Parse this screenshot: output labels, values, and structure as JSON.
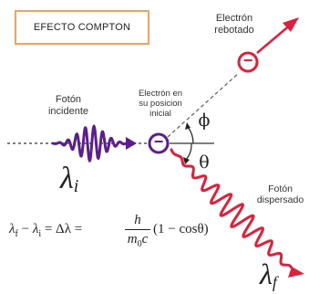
{
  "title": "EFECTO COMPTON",
  "labels": {
    "incident_photon": "Fotón\nincidente",
    "electron_initial": "Electrón en\nsu posicion\ninicial",
    "electron_recoil": "Electrón\nrebotado",
    "scattered_photon": "Fotón\ndispersado"
  },
  "symbols": {
    "lambda_i_base": "λ",
    "lambda_i_sub": "i",
    "lambda_f_base": "λ",
    "lambda_f_sub": "f",
    "phi": "ϕ",
    "theta": "θ",
    "electron_sign": "−"
  },
  "formula": {
    "lhs": "λf − λi = Δλ =",
    "lhs_lambda_f": "λ",
    "lhs_sub_f": "f",
    "minus": " − ",
    "lhs_lambda_i": "λ",
    "lhs_sub_i": "i",
    "equals_delta": " = Δλ = ",
    "numerator": "h",
    "denominator_m": "m",
    "denominator_sub": "0",
    "denominator_c": "c",
    "rhs": "(1 − cosθ)"
  },
  "colors": {
    "incident_wave": "#5b1d8f",
    "scattered_wave": "#e0203a",
    "electron_recoil": "#e0203a",
    "electron_initial": "#5b1d8f",
    "title_border": "#f0a35e",
    "dashed_line": "#666666"
  }
}
